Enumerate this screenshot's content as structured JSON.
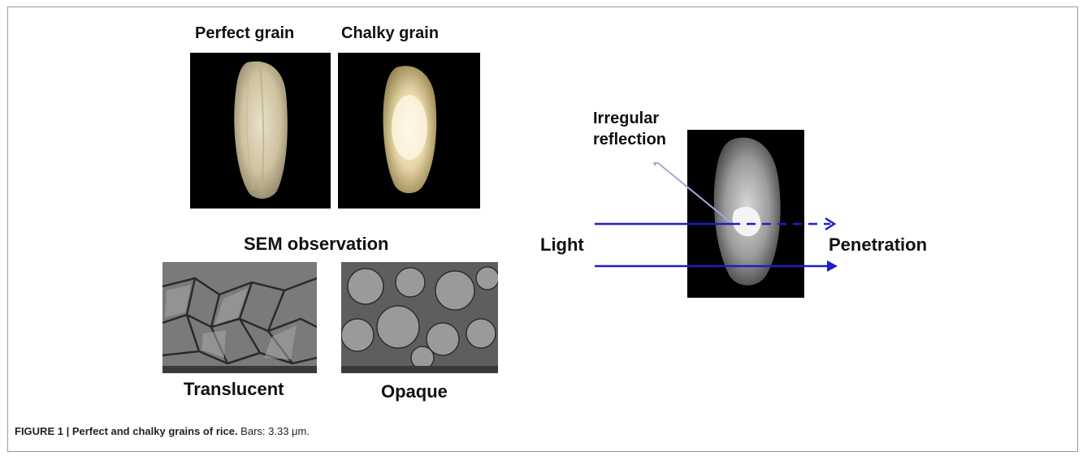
{
  "figure": {
    "labels": {
      "perfect_grain": "Perfect grain",
      "chalky_grain": "Chalky grain",
      "sem_observation": "SEM observation",
      "translucent": "Translucent",
      "opaque": "Opaque",
      "irregular_reflection_line1": "Irregular",
      "irregular_reflection_line2": "reflection",
      "light": "Light",
      "penetration": "Penetration"
    },
    "caption": {
      "bold": "FIGURE 1 | Perfect and chalky grains of rice.",
      "rest": " Bars: 3.33 μm."
    },
    "colors": {
      "arrow_blue": "#1e1ec8",
      "reflection_arrow": "#a9a6d8",
      "frame_border": "#9a9a9a"
    }
  }
}
